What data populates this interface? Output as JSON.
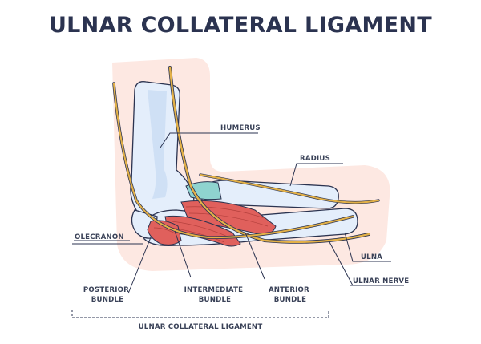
{
  "title": "ULNAR COLLATERAL LIGAMENT",
  "labels": {
    "humerus": "HUMERUS",
    "radius": "RADIUS",
    "olecranon": "OLECRANON",
    "ulna": "ULNA",
    "ulnar_nerve": "ULNAR NERVE",
    "posterior_bundle": [
      "POSTERIOR",
      "BUNDLE"
    ],
    "intermediate_bundle": [
      "INTERMEDIATE",
      "BUNDLE"
    ],
    "anterior_bundle": [
      "ANTERIOR",
      "BUNDLE"
    ],
    "ligament_bracket": "ULNAR COLLATERAL LIGAMENT"
  },
  "colors": {
    "skin": "#fde8e2",
    "bone": "#e4eefb",
    "bone_outline": "#2b3350",
    "ligament": "#e0605c",
    "cartilage": "#8fd3cf",
    "nerve": "#d9a93a",
    "title": "#2b3350"
  }
}
